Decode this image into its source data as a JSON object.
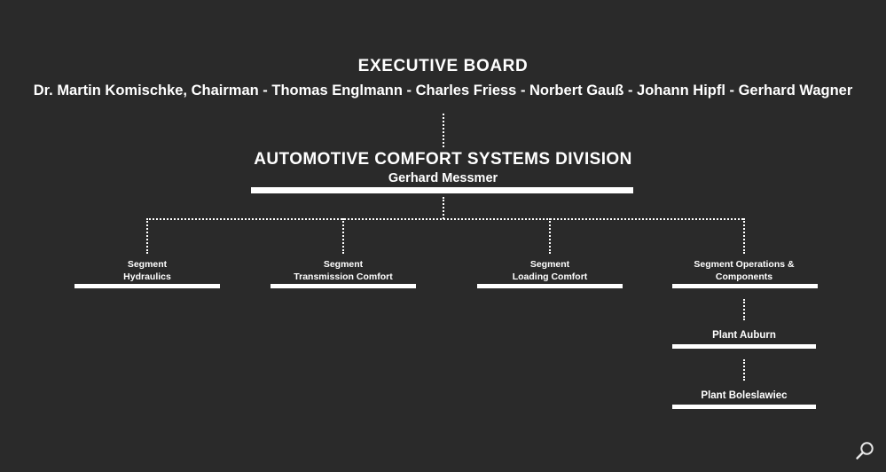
{
  "theme": {
    "background": "#2a2a2a",
    "foreground": "#ffffff",
    "connector": "#ffffff"
  },
  "board": {
    "title": "EXECUTIVE BOARD",
    "members_line": "Dr. Martin Komischke, Chairman - Thomas Englmann - Charles Friess - Norbert Gauß - Johann Hipfl - Gerhard Wagner"
  },
  "division": {
    "title": "AUTOMOTIVE COMFORT SYSTEMS DIVISION",
    "head": "Gerhard Messmer"
  },
  "segments": [
    {
      "line1": "Segment",
      "line2": "Hydraulics"
    },
    {
      "line1": "Segment",
      "line2": "Transmission Comfort"
    },
    {
      "line1": "Segment",
      "line2": "Loading Comfort"
    },
    {
      "line1": "Segment Operations &",
      "line2": "Components"
    }
  ],
  "plants": [
    {
      "label": "Plant Auburn"
    },
    {
      "label": "Plant Boleslawiec"
    }
  ],
  "overlay": {
    "zoom_icon": "magnifier-icon"
  }
}
